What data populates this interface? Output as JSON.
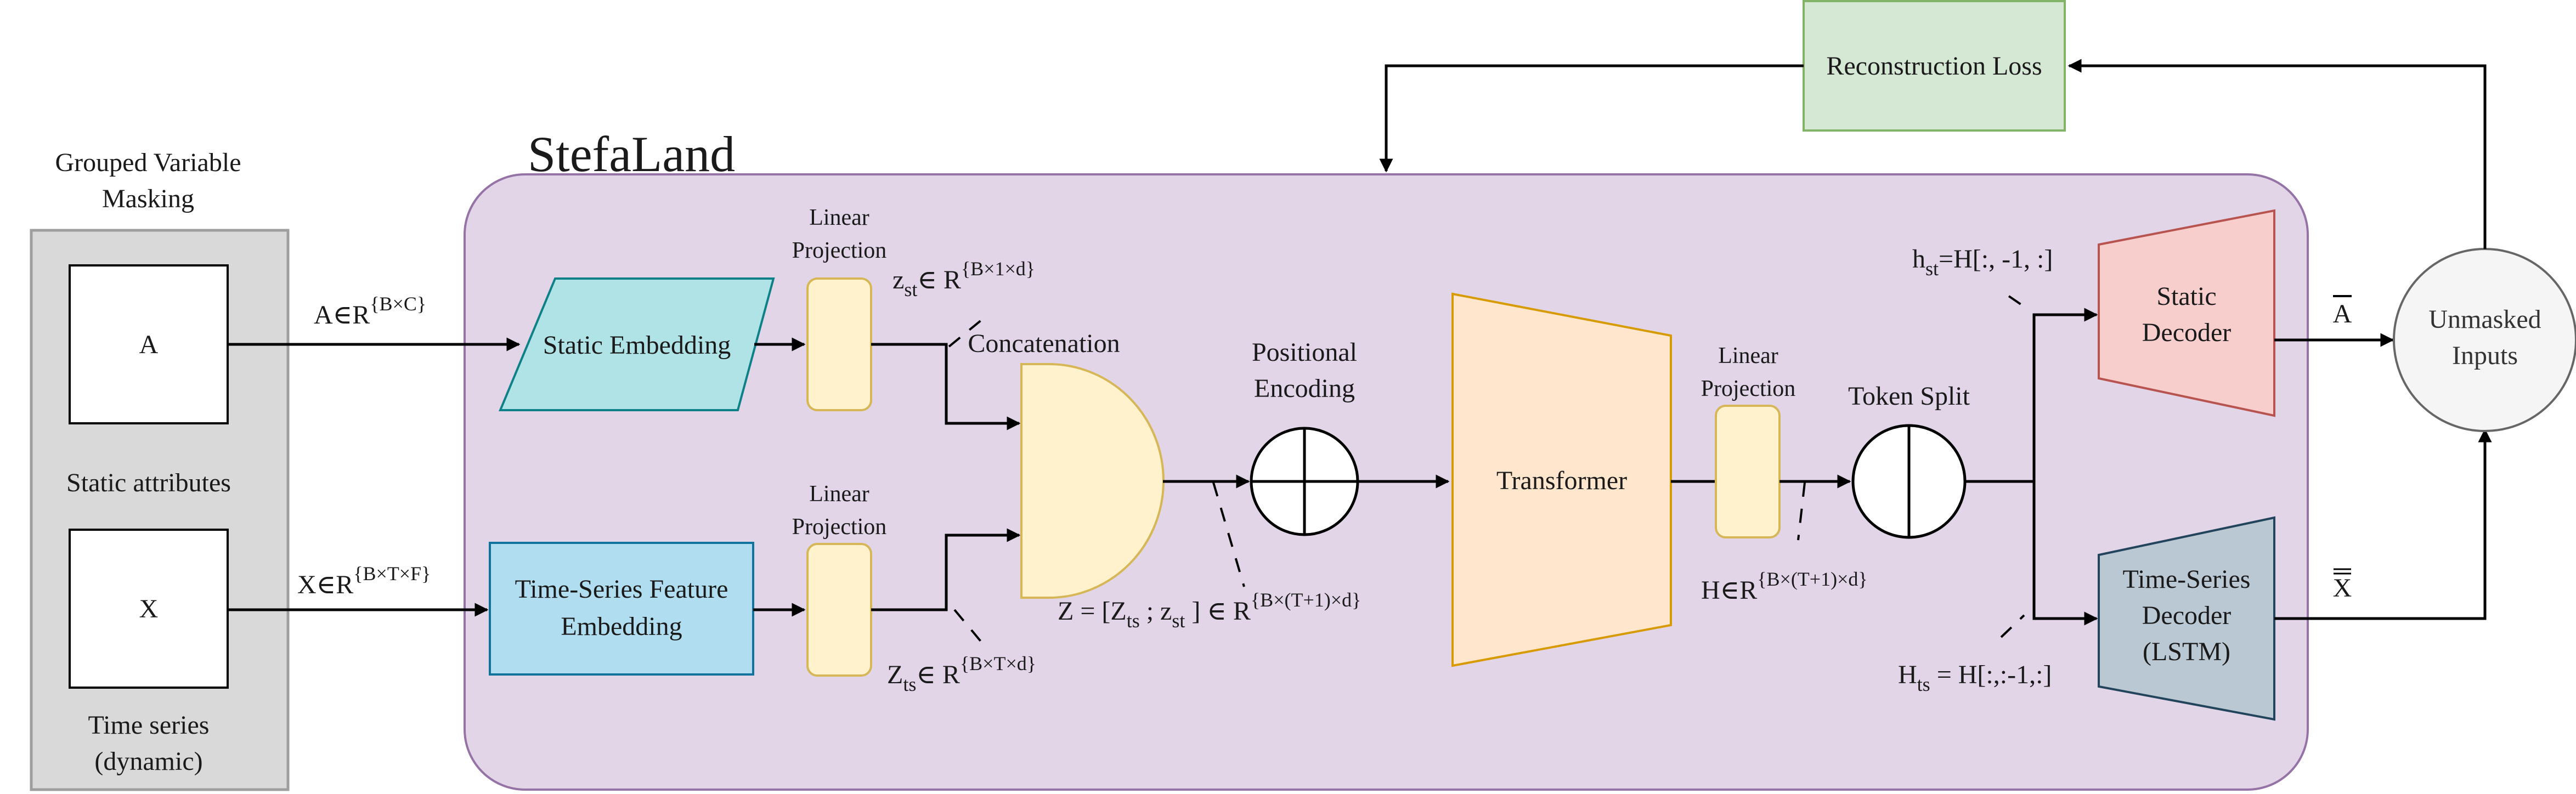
{
  "title": "StefaLand",
  "masking": {
    "heading_line1": "Grouped Variable",
    "heading_line2": "Masking",
    "box_a": "A",
    "box_x": "X",
    "static_label": "Static attributes",
    "time_label_line1": "Time series",
    "time_label_line2": "(dynamic)"
  },
  "inputs": {
    "a_shape": "A∈R",
    "a_shape_sup": "{B×C}",
    "x_shape": "X∈R",
    "x_shape_sup": "{B×T×F}"
  },
  "blocks": {
    "static_embedding": "Static Embedding",
    "ts_embedding_line1": "Time-Series Feature",
    "ts_embedding_line2": "Embedding",
    "linear_projection_line1": "Linear",
    "linear_projection_line2": "Projection",
    "concatenation": "Concatenation",
    "positional_encoding_line1": "Positional",
    "positional_encoding_line2": "Encoding",
    "transformer": "Transformer",
    "token_split": "Token Split",
    "static_decoder_line1": "Static",
    "static_decoder_line2": "Decoder",
    "ts_decoder_line1": "Time-Series",
    "ts_decoder_line2": "Decoder",
    "ts_decoder_line3": "(LSTM)",
    "unmasked_line1": "Unmasked",
    "unmasked_line2": "Inputs",
    "reconstruction_loss": "Reconstruction Loss"
  },
  "annotations": {
    "z_st": "z",
    "z_st_sub": "st",
    "z_st_rest": "∈ R",
    "z_st_sup": "{B×1×d}",
    "z_ts": "Z",
    "z_ts_sub": "ts",
    "z_ts_rest": "∈ R",
    "z_ts_sup": "{B×T×d}",
    "z_concat_a": "Z = [Z",
    "z_concat_sub1": "ts",
    "z_concat_b": " ; z",
    "z_concat_sub2": "st",
    "z_concat_c": " ] ∈ R",
    "z_concat_sup": "{B×(T+1)×d}",
    "h": "H∈R",
    "h_sup": "{B×(T+1)×d}",
    "h_st": "h",
    "h_st_sub": "st",
    "h_st_rest": "=H[:, -1, :]",
    "h_ts": "H",
    "h_ts_sub": "ts",
    "h_ts_rest": " = H[:,:-1,:]",
    "a_bar": "A",
    "x_bar": "X"
  },
  "colors": {
    "main_fill": "#e1d5e7",
    "main_stroke": "#9673a6",
    "masking_fill": "#d9d9d9",
    "masking_stroke": "#9e9e9e",
    "static_embedding_fill": "#b0e3e6",
    "static_embedding_stroke": "#0e8088",
    "ts_embedding_fill": "#b1ddf0",
    "ts_embedding_stroke": "#10739e",
    "projection_fill": "#fff2cc",
    "projection_stroke": "#d6b656",
    "transformer_fill": "#ffe6cc",
    "transformer_stroke": "#d79b00",
    "static_decoder_fill": "#f8cecc",
    "static_decoder_stroke": "#b85450",
    "ts_decoder_fill": "#bac8d3",
    "ts_decoder_stroke": "#23445d",
    "loss_fill": "#d5e8d4",
    "loss_stroke": "#82b366",
    "unmasked_fill": "#f5f5f5",
    "unmasked_stroke": "#666666"
  }
}
